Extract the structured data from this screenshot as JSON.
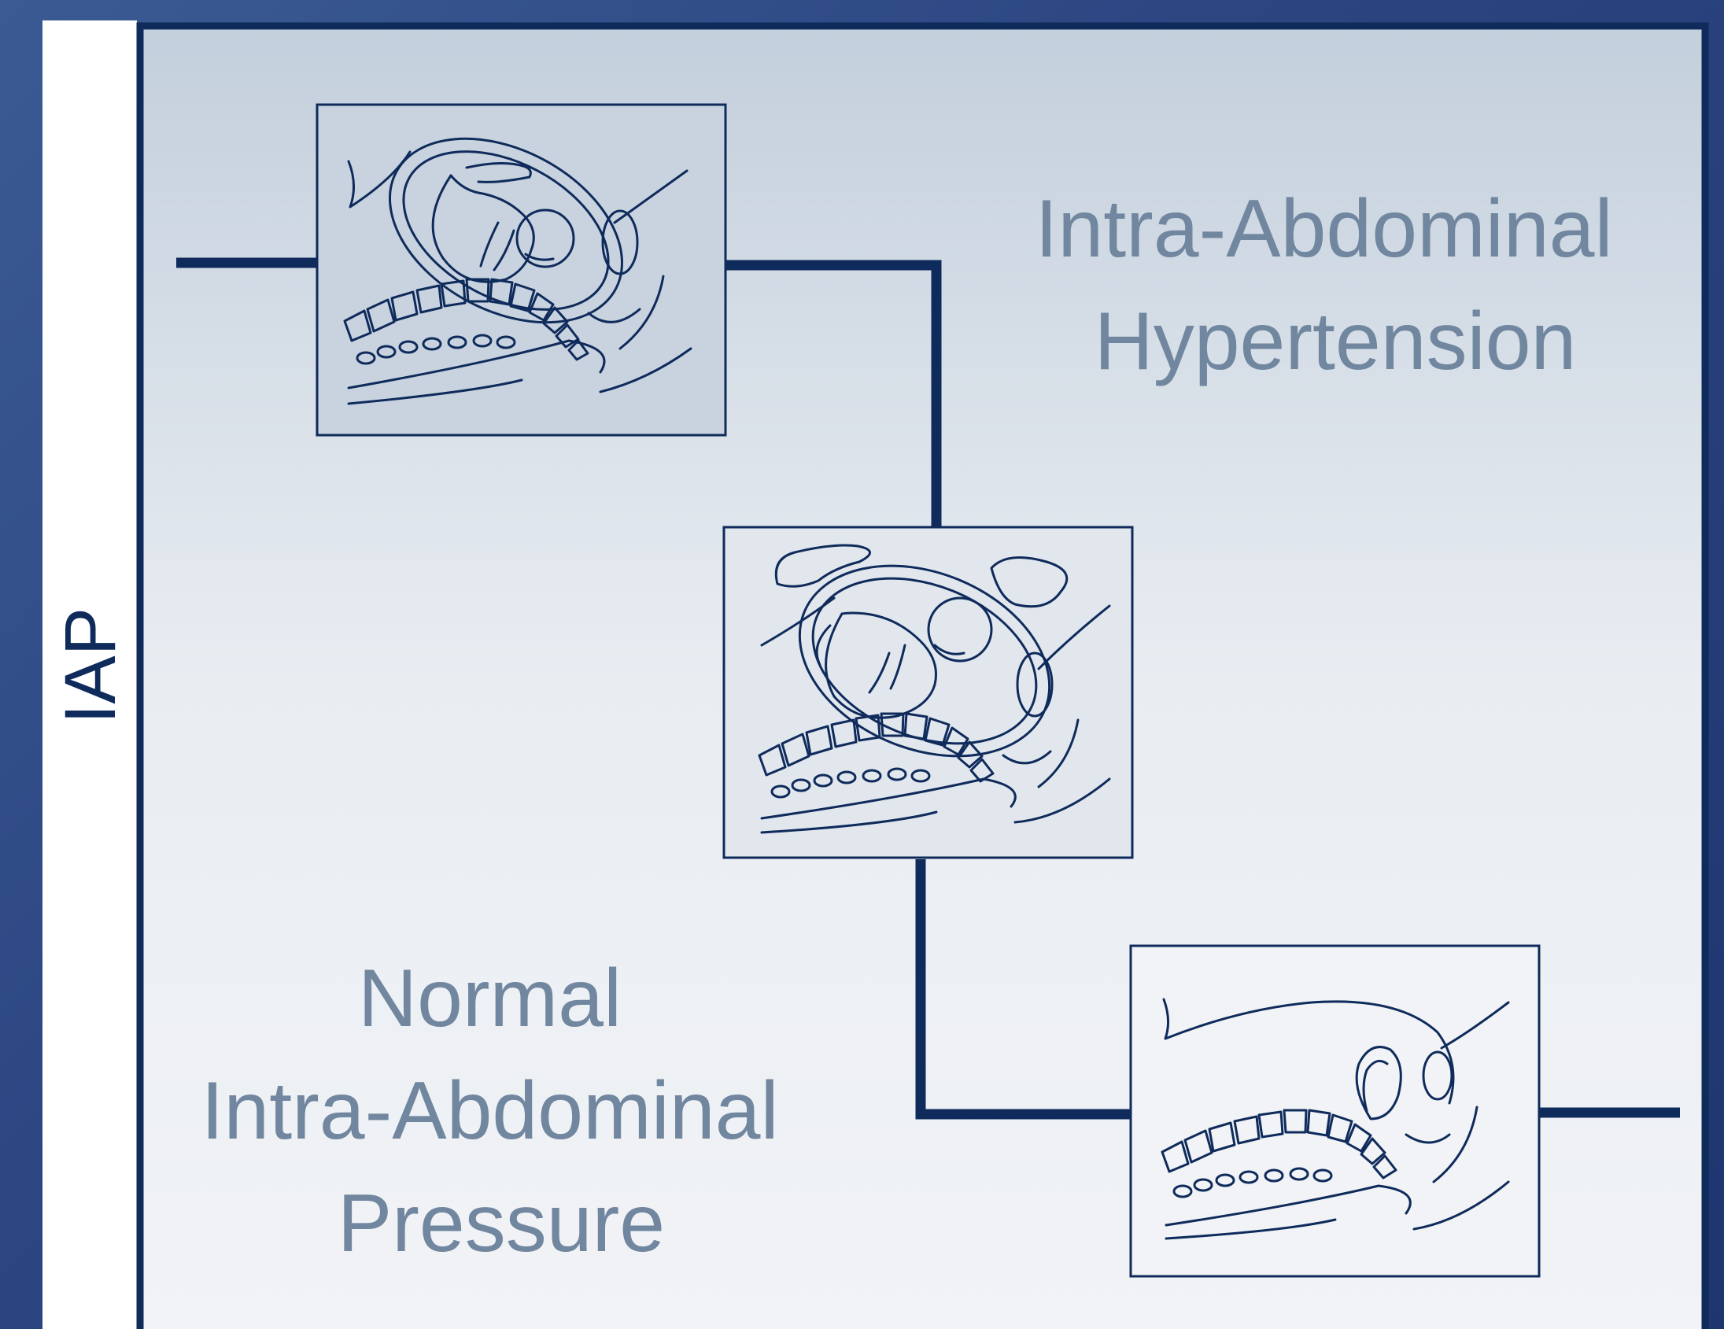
{
  "axis": {
    "ylabel": "IAP"
  },
  "regions": {
    "upper": {
      "lines": [
        "Intra-Abdominal",
        "Hypertension"
      ]
    },
    "lower": {
      "lines": [
        "Normal",
        "Intra-Abdominal",
        "Pressure"
      ]
    }
  },
  "panels": [
    {
      "name": "late-pregnancy-illustration",
      "depicts": "pregnant uterus with fetus, lumbosacral spine"
    },
    {
      "name": "labor-compression-illustration",
      "depicts": "pregnant abdomen with hands applying fundal pressure, fetus, spine"
    },
    {
      "name": "non-pregnant-illustration",
      "depicts": "non-pregnant pelvis with uterus and spine"
    }
  ],
  "colors": {
    "frame_background": "#2c4682",
    "panel_top": "#c3cfdc",
    "panel_bottom": "#f1f3f6",
    "line": "#0f2b5b",
    "region_text": "#71869f",
    "axis_text": "#0f2b5b"
  }
}
